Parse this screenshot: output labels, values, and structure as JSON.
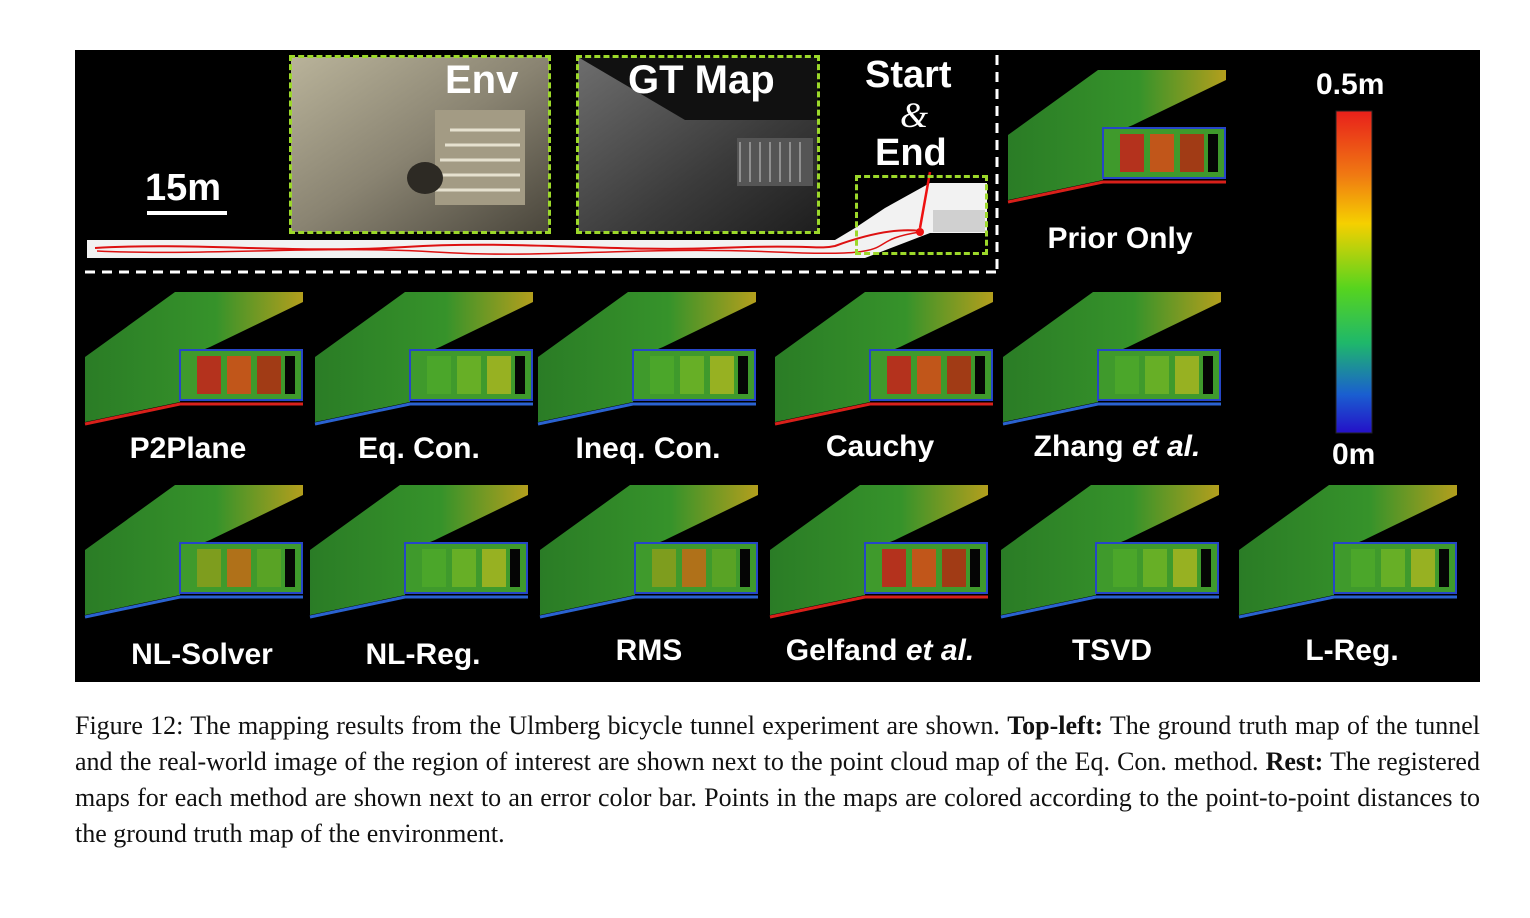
{
  "figure": {
    "scale_label": "15m",
    "env_label": "Env",
    "gt_map_label": "GT Map",
    "start_label": "Start",
    "amp_label": "&",
    "end_label": "End",
    "colorbar": {
      "max_label": "0.5m",
      "min_label": "0m",
      "colors": [
        "#e8201b",
        "#f07a12",
        "#f5d000",
        "#57d41e",
        "#1fb86a",
        "#1a5fd0",
        "#2410c8"
      ]
    },
    "panels": [
      {
        "label": "Prior Only",
        "italic": "",
        "heat": "high"
      },
      {
        "label": "P2Plane",
        "italic": "",
        "heat": "high"
      },
      {
        "label": "Eq. Con.",
        "italic": "",
        "heat": "low"
      },
      {
        "label": "Ineq. Con.",
        "italic": "",
        "heat": "low"
      },
      {
        "label": "Cauchy",
        "italic": "",
        "heat": "high"
      },
      {
        "label": "Zhang ",
        "italic": "et al.",
        "heat": "low"
      },
      {
        "label": "NL-Solver",
        "italic": "",
        "heat": "mid"
      },
      {
        "label": "NL-Reg.",
        "italic": "",
        "heat": "low"
      },
      {
        "label": "RMS",
        "italic": "",
        "heat": "mid"
      },
      {
        "label": "Gelfand ",
        "italic": "et al.",
        "heat": "high"
      },
      {
        "label": "TSVD",
        "italic": "",
        "heat": "low"
      },
      {
        "label": "L-Reg.",
        "italic": "",
        "heat": "low"
      }
    ]
  },
  "caption": {
    "figure_no": "Figure 12:",
    "text1": " The mapping results from the Ulmberg bicycle tunnel experiment are shown. ",
    "bold1": "Top-left:",
    "text2": " The ground truth map of the tunnel and the real-world image of the region of interest are shown next to the point cloud map of the Eq. Con. method. ",
    "bold2": "Rest:",
    "text3": " The registered maps for each method are shown next to an error color bar. Points in the maps are colored according to the point-to-point distances to the ground truth map of the environment."
  }
}
